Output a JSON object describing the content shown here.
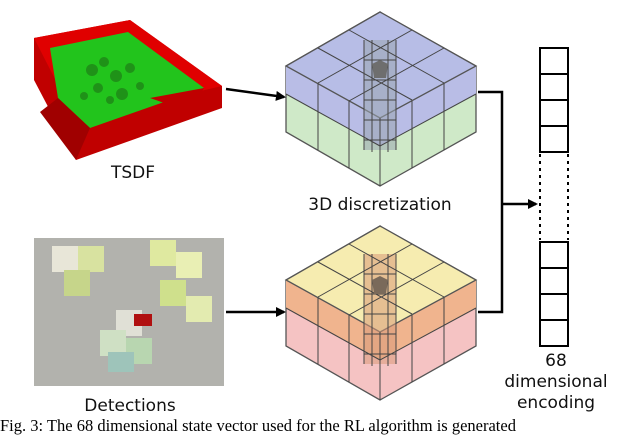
{
  "labels": {
    "tsdf": "TSDF",
    "discretization": "3D discretization",
    "detections": "Detections",
    "encoding_line1": "68",
    "encoding_line2": "dimensional",
    "encoding_line3": "encoding"
  },
  "caption": "Fig. 3: The 68 dimensional state vector used for the RL algorithm is generated",
  "colors": {
    "tsdf_wall": "#e00000",
    "tsdf_floor": "#22c41c",
    "grid_top_upper": "#b9bde6",
    "grid_top_lower": "#cfe9c8",
    "grid_bottom_upper": "#f6ecb0",
    "grid_bottom_lower": "#f5c3c3",
    "grid_bottom_mid": "#f0b48e"
  }
}
